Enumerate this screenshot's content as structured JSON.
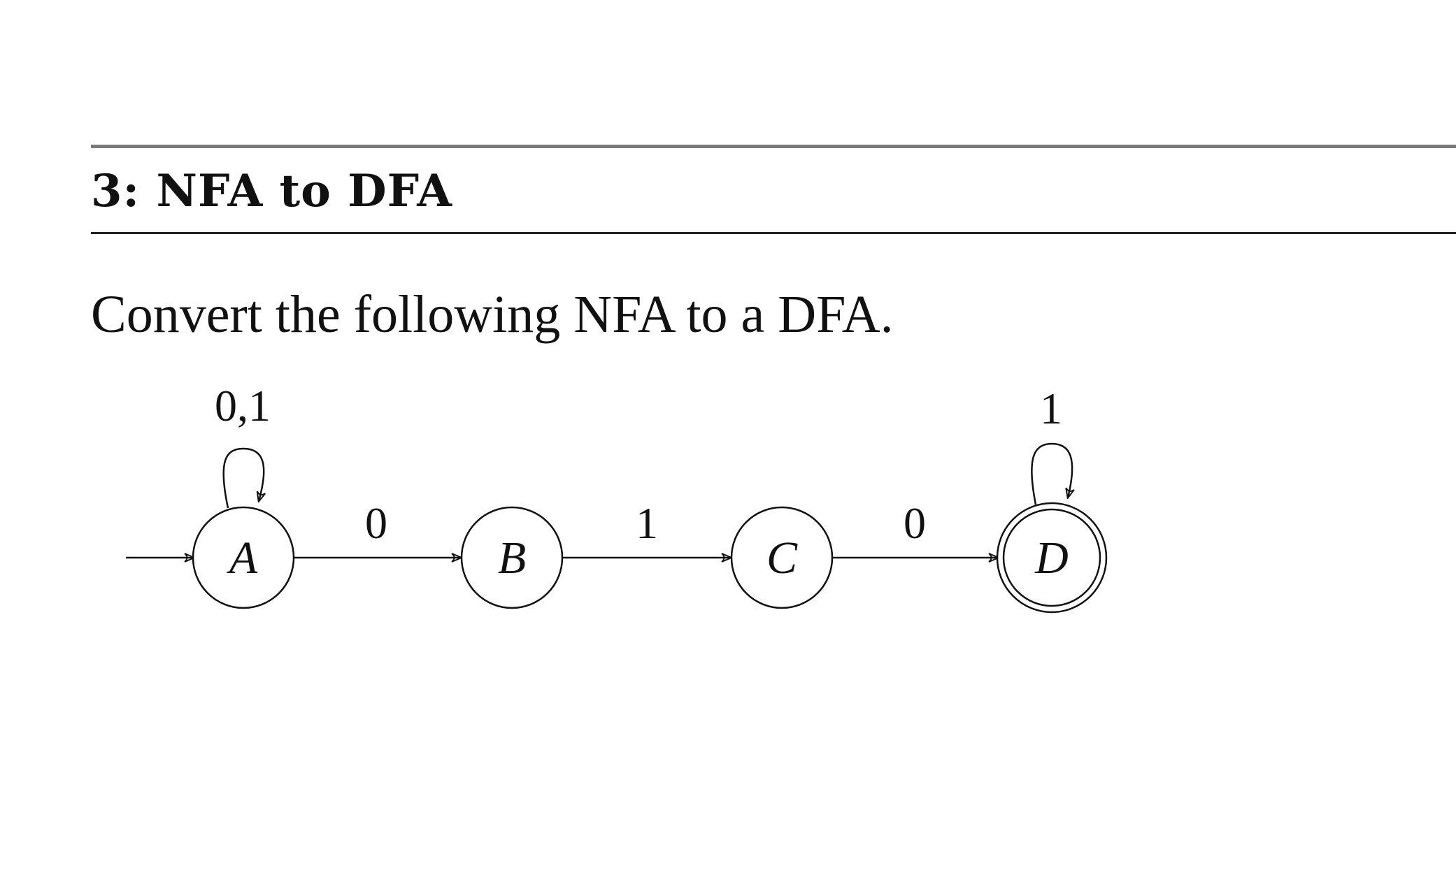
{
  "section": {
    "heading": "3: NFA to DFA"
  },
  "problem": {
    "prompt": "Convert the following NFA to a DFA."
  },
  "nfa": {
    "states": [
      {
        "name": "A",
        "start": true,
        "accepting": false
      },
      {
        "name": "B",
        "start": false,
        "accepting": false
      },
      {
        "name": "C",
        "start": false,
        "accepting": false
      },
      {
        "name": "D",
        "start": false,
        "accepting": true
      }
    ],
    "transitions": [
      {
        "from": "A",
        "to": "A",
        "label": "0,1"
      },
      {
        "from": "A",
        "to": "B",
        "label": "0"
      },
      {
        "from": "B",
        "to": "C",
        "label": "1"
      },
      {
        "from": "C",
        "to": "D",
        "label": "0"
      },
      {
        "from": "D",
        "to": "D",
        "label": "1"
      }
    ]
  }
}
